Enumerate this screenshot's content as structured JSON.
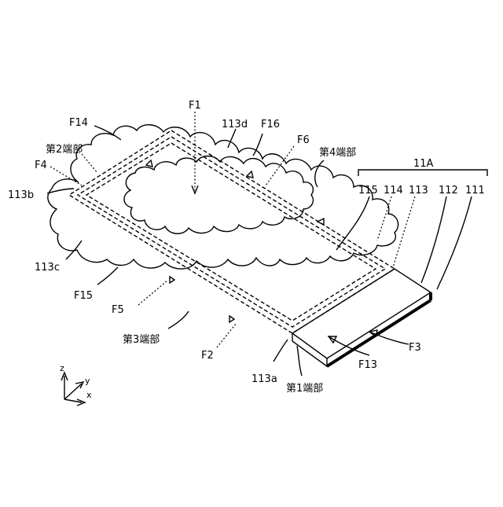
{
  "labels": {
    "f1": "F1",
    "f14": "F14",
    "f16": "F16",
    "label_113d": "113d",
    "f6": "F6",
    "end2": "第2端部",
    "end4": "第4端部",
    "f4": "F4",
    "label_11a": "11A",
    "label_113b": "113b",
    "label_115": "115",
    "label_114": "114",
    "label_113": "113",
    "label_112": "112",
    "label_111": "111",
    "label_113c": "113c",
    "f15": "F15",
    "f5": "F5",
    "end3": "第3端部",
    "f3": "F3",
    "f2": "F2",
    "f13": "F13",
    "label_113a": "113a",
    "end1": "第1端部",
    "axis_z": "z",
    "axis_y": "y",
    "axis_x": "x"
  }
}
